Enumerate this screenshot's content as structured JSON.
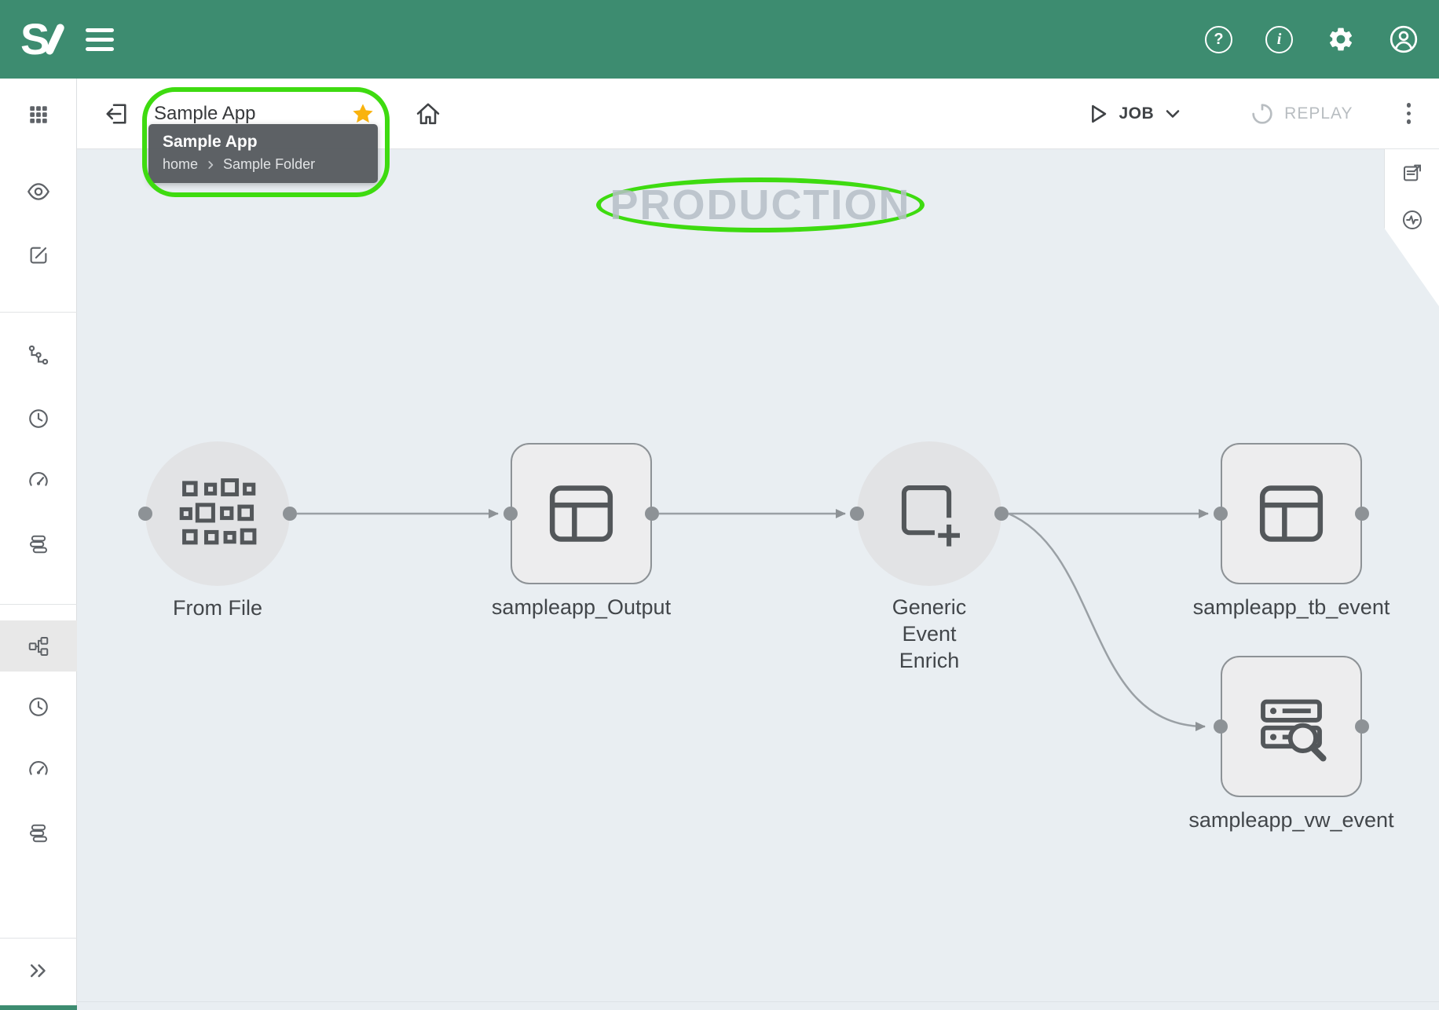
{
  "topbar": {
    "logo": "S",
    "help_glyph": "?",
    "info_glyph": "i"
  },
  "toolbar": {
    "app_title": "Sample App",
    "job_label": "JOB",
    "replay_label": "REPLAY"
  },
  "tooltip": {
    "title": "Sample App",
    "breadcrumb_home": "home",
    "breadcrumb_folder": "Sample Folder"
  },
  "canvas": {
    "watermark": "PRODUCTION",
    "nodes": {
      "from_file": "From File",
      "output": "sampleapp_Output",
      "enrich": "Generic Event Enrich",
      "tb_event": "sampleapp_tb_event",
      "vw_event": "sampleapp_vw_event"
    }
  },
  "colors": {
    "topbar_green": "#3d8c70",
    "annotation_green": "#3edb10",
    "star_gold": "#f9b30e",
    "canvas_bg": "#e9eef2",
    "node_fill": "#ededee",
    "node_border": "#8d9296",
    "edge_gray": "#9aa0a5"
  }
}
